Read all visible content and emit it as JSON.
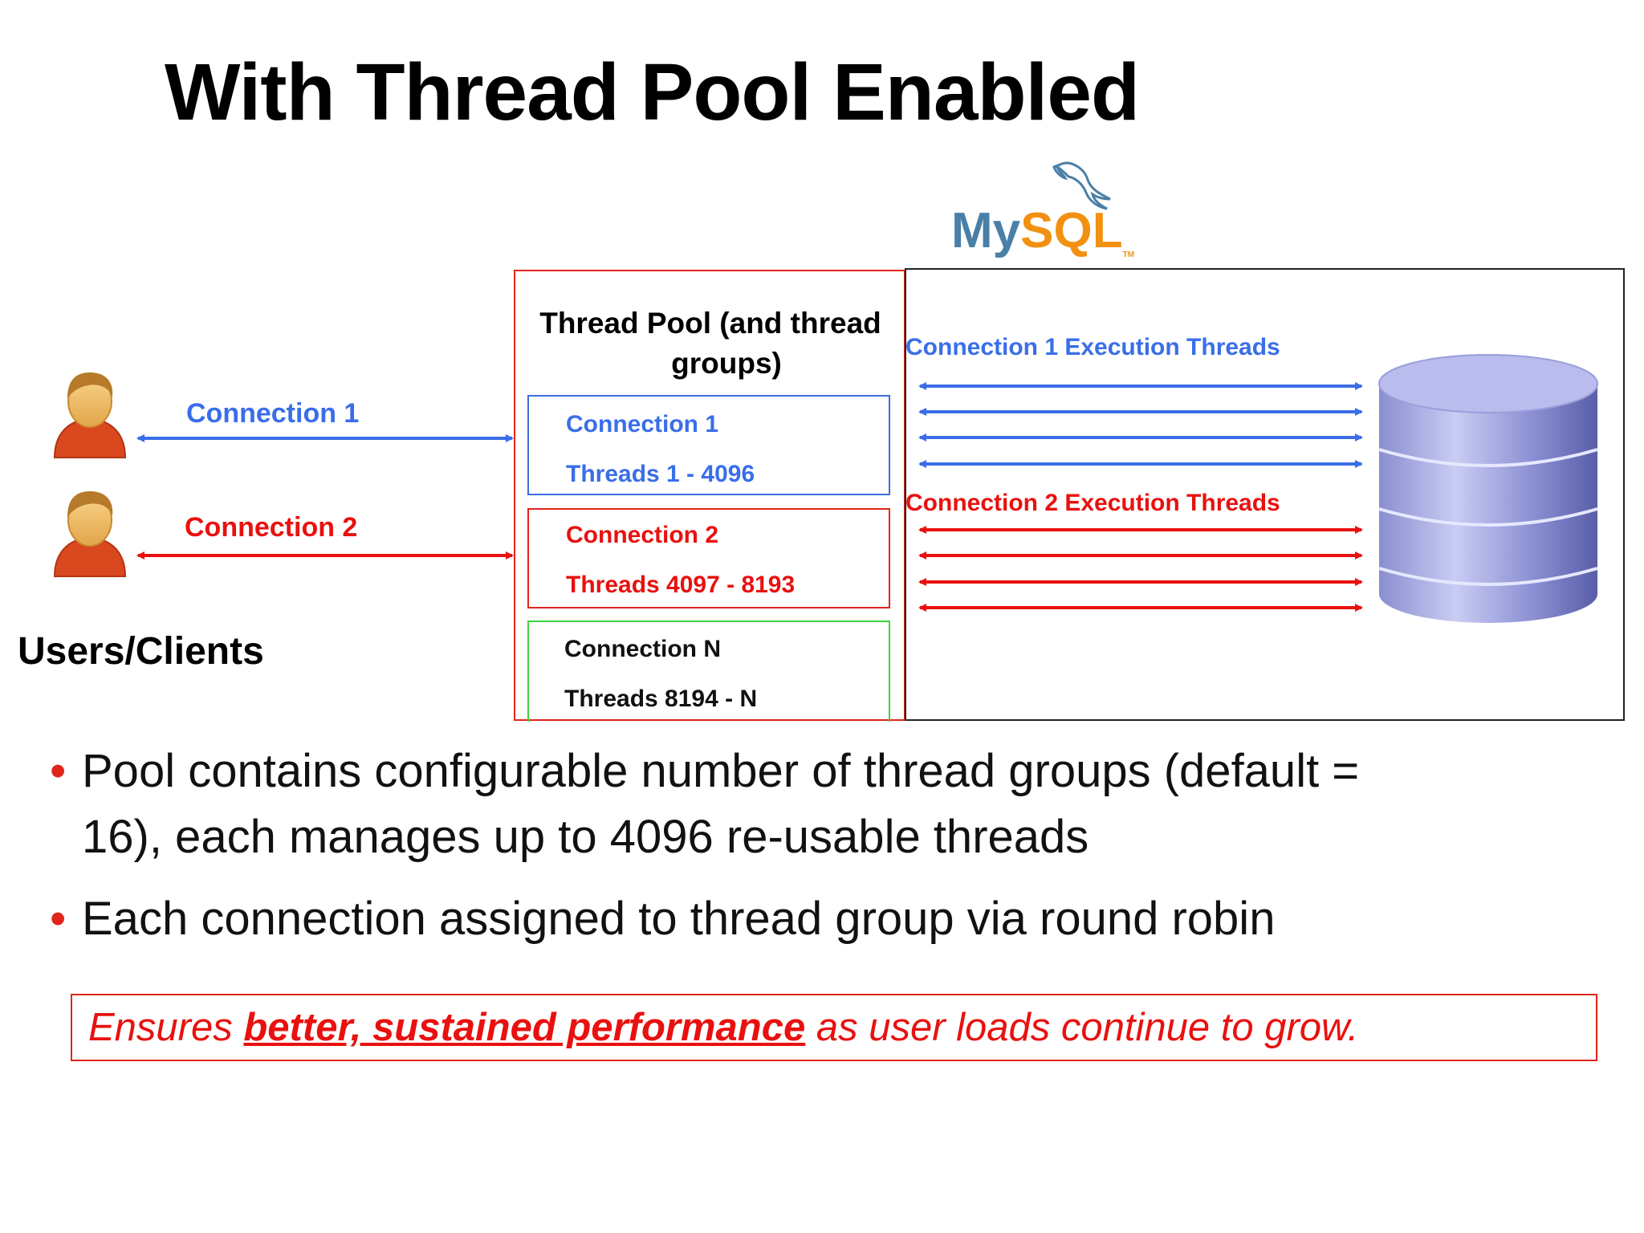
{
  "title": "With Thread Pool Enabled",
  "logo": {
    "text_my": "My",
    "text_sql": "SQL",
    "tm": "TM",
    "color_my": "#4a7fa7",
    "color_sql": "#f29111"
  },
  "clients": {
    "label": "Users/Clients",
    "connections": [
      {
        "label": "Connection 1",
        "color": "#3a6ee8"
      },
      {
        "label": "Connection 2",
        "color": "#e8110f"
      }
    ]
  },
  "thread_pool": {
    "title_line1": "Thread Pool (and thread",
    "title_line2": "groups)",
    "groups": [
      {
        "connection": "Connection 1",
        "threads": "Threads  1 - 4096",
        "color": "#3a6ee8"
      },
      {
        "connection": "Connection 2",
        "threads": "Threads  4097 - 8193",
        "color": "#e8110f"
      },
      {
        "connection": "Connection N",
        "threads": "Threads  8194 - N",
        "color": "#111111"
      }
    ]
  },
  "server": {
    "exec1_label": "Connection 1 Execution Threads",
    "exec2_label": "Connection 2 Execution Threads"
  },
  "bullets": [
    {
      "line1": "Pool contains configurable number of thread groups (default =",
      "line2": "16), each manages up to 4096 re-usable threads"
    },
    {
      "line1": "Each connection assigned to thread group via round robin"
    }
  ],
  "callout": {
    "prefix": "Ensures ",
    "emphasis": "better, sustained performance",
    "suffix": " as user loads continue to grow."
  }
}
